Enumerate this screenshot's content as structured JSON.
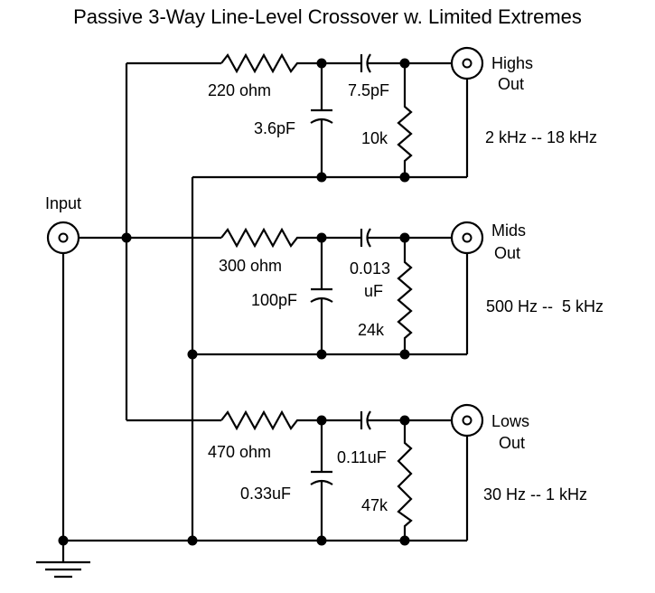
{
  "title": "Passive 3-Way Line-Level Crossover w. Limited Extremes",
  "input_label": "Input",
  "stages": [
    {
      "resistor": "220 ohm",
      "shunt_cap": "3.6pF",
      "series_cap": [
        "7.5pF"
      ],
      "load_res": "10k",
      "output": [
        "Highs",
        "Out"
      ],
      "band": "2 kHz -- 18 kHz"
    },
    {
      "resistor": "300 ohm",
      "shunt_cap": "100pF",
      "series_cap": [
        "0.013",
        "uF"
      ],
      "load_res": "24k",
      "output": [
        "Mids",
        "Out"
      ],
      "band": "500 Hz --  5 kHz"
    },
    {
      "resistor": "470 ohm",
      "shunt_cap": "0.33uF",
      "series_cap": [
        "0.11uF"
      ],
      "load_res": "47k",
      "output": [
        "Lows",
        "Out"
      ],
      "band": "30 Hz -- 1 kHz"
    }
  ]
}
